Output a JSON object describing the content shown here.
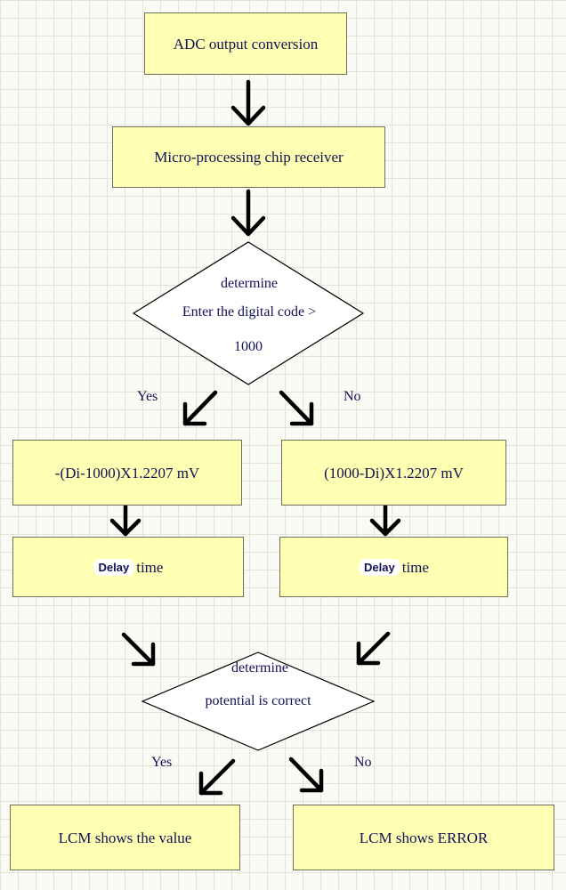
{
  "diagram": {
    "start": "ADC output conversion",
    "receiver": "Micro-processing chip receiver",
    "decision1": {
      "line1": "determine",
      "line2": "Enter the digital code >",
      "line3": "1000"
    },
    "yes1": "Yes",
    "no1": "No",
    "formula_left": "-(Di-1000)X1.2207 mV",
    "formula_right": "(1000-Di)X1.2207 mV",
    "delay_left": {
      "word1": "Delay",
      "word2": "time"
    },
    "delay_right": {
      "word1": "Delay",
      "word2": "time"
    },
    "decision2": {
      "line1": "determine",
      "line2": "potential is correct"
    },
    "yes2": "Yes",
    "no2": "No",
    "result_left": "LCM shows the value",
    "result_right": "LCM shows ERROR"
  }
}
